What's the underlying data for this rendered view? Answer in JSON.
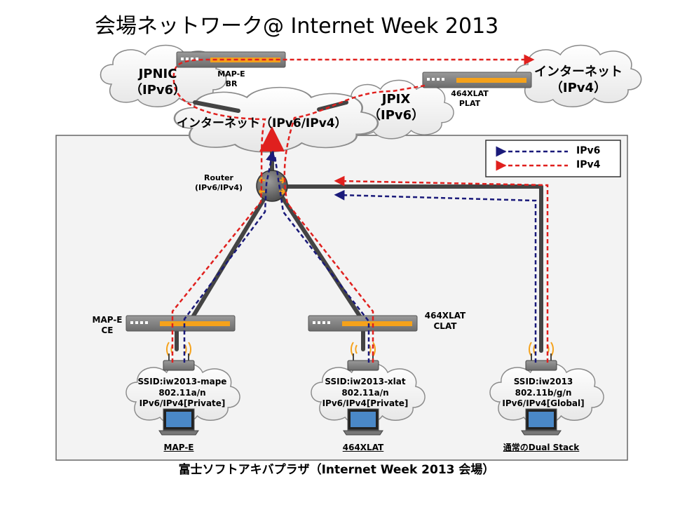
{
  "title": "会場ネットワーク@ Internet Week 2013",
  "footer": "富士ソフトアキバプラザ（Internet Week 2013 会場）",
  "clouds": {
    "jpnic": {
      "name": "JPNIC",
      "proto": "（IPv6）"
    },
    "internet_mixed": {
      "name": "インターネット（IPv6/IPv4）"
    },
    "jpix": {
      "name": "JPIX",
      "proto": "（IPv6）"
    },
    "internet_v4": {
      "name": "インターネット",
      "proto": "（IPv4）"
    }
  },
  "devices": {
    "mape_br": {
      "line1": "MAP-E",
      "line2": "BR"
    },
    "xlat_plat": {
      "line1": "464XLAT",
      "line2": "PLAT"
    },
    "router": {
      "line1": "Router",
      "line2": "(IPv6/IPv4)"
    },
    "mape_ce": {
      "line1": "MAP-E",
      "line2": "CE"
    },
    "xlat_clat": {
      "line1": "464XLAT",
      "line2": "CLAT"
    }
  },
  "access_points": [
    {
      "ssid": "SSID:iw2013-mape",
      "standard": "802.11a/n",
      "addr": "IPv6/IPv4[Private]",
      "caption": "MAP-E"
    },
    {
      "ssid": "SSID:iw2013-xlat",
      "standard": "802.11a/n",
      "addr": "IPv6/IPv4[Private]",
      "caption": "464XLAT"
    },
    {
      "ssid": "SSID:iw2013",
      "standard": "802.11b/g/n",
      "addr": "IPv6/IPv4[Global]",
      "caption": "通常のDual Stack"
    }
  ],
  "legend": [
    {
      "label": "IPv6",
      "color": "#1a1a7a"
    },
    {
      "label": "IPv4",
      "color": "#e0201e"
    }
  ],
  "colors": {
    "ipv6": "#1a1a7a",
    "ipv4": "#e0201e",
    "link": "#444444",
    "port": "#f5a21b",
    "venue_bg": "#f3f3f3"
  }
}
